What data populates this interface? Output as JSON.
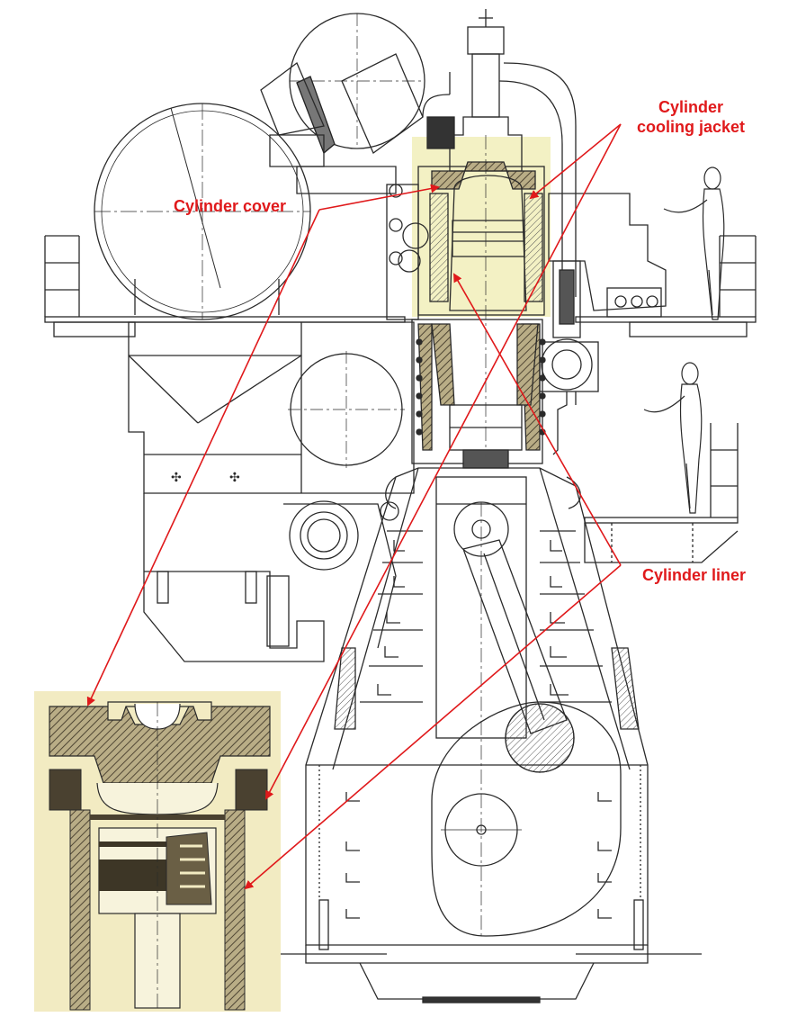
{
  "colors": {
    "callout": "#e0191b",
    "highlight": "#f3f1c4",
    "line": "#2a2a2a",
    "hatch": "#4f4634",
    "inset_fill": "#f2ebc2"
  },
  "labels": {
    "cylinder_cover": "Cylinder cover",
    "cylinder_cooling_jacket_line1": "Cylinder",
    "cylinder_cooling_jacket_line2": "cooling jacket",
    "cylinder_liner": "Cylinder liner"
  },
  "figures": {
    "standing_figures": 2
  }
}
